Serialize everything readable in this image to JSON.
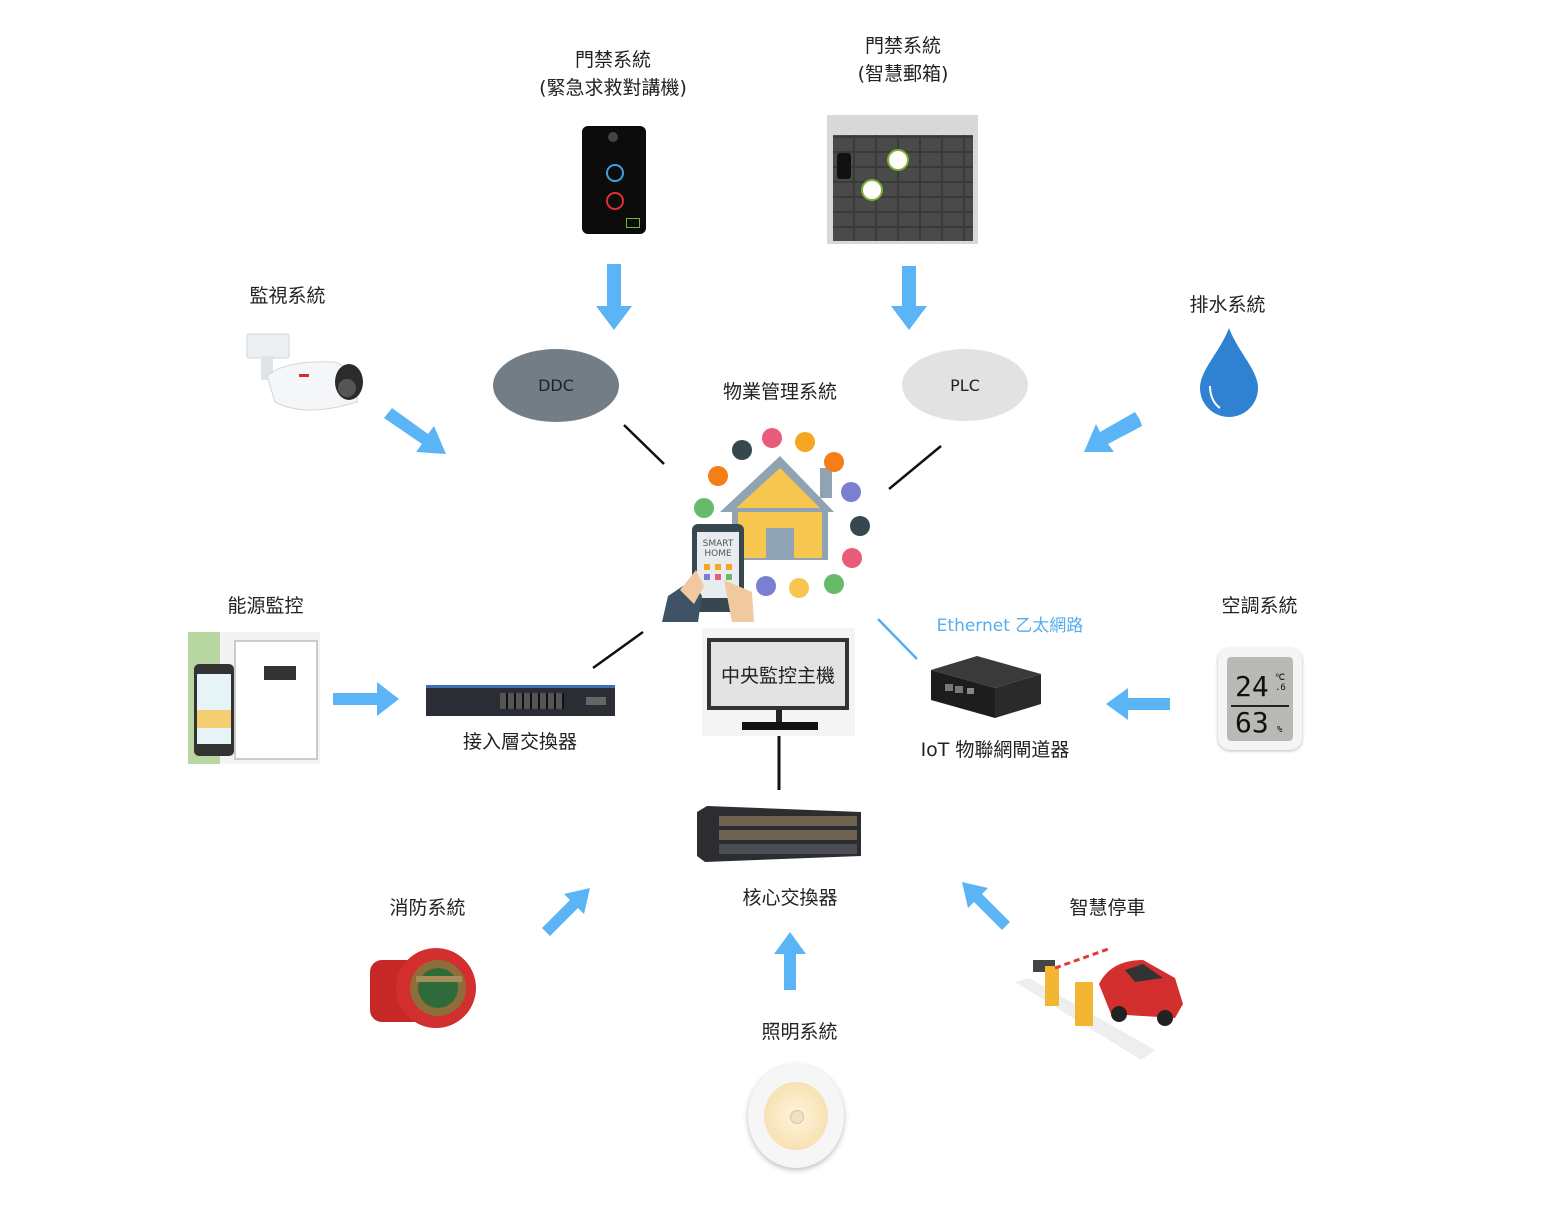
{
  "diagram": {
    "arrow_color": "#5ab4f5",
    "central": {
      "pms_label": "物業管理系統",
      "pms_image": "smart-home-illustration",
      "pms_phone_text": "SMART HOME",
      "monitor_label": "中央監控主機"
    },
    "controllers": {
      "ddc": {
        "label": "DDC",
        "color": "#737d85"
      },
      "plc": {
        "label": "PLC",
        "color": "#e2e2e2"
      }
    },
    "network": {
      "access_switch_label": "接入層交換器",
      "core_switch_label": "核心交換器",
      "iot_gateway_label": "IoT 物聯網閘道器",
      "ethernet_label": "Ethernet 乙太網路",
      "ethernet_color": "#56adf0"
    },
    "subsystems": {
      "access_intercom": {
        "line1": "門禁系統",
        "line2": "(緊急求救對講機)"
      },
      "access_mailbox": {
        "line1": "門禁系統",
        "line2": "(智慧郵箱)"
      },
      "surveillance": {
        "label": "監視系統"
      },
      "drainage": {
        "label": "排水系統"
      },
      "energy": {
        "label": "能源監控"
      },
      "hvac": {
        "label": "空調系統",
        "temp": "24",
        "temp_decimal": ".6",
        "temp_unit": "℃",
        "humidity": "63",
        "humidity_unit": "%"
      },
      "fire": {
        "label": "消防系統"
      },
      "lighting": {
        "label": "照明系統"
      },
      "parking": {
        "label": "智慧停車"
      }
    }
  }
}
